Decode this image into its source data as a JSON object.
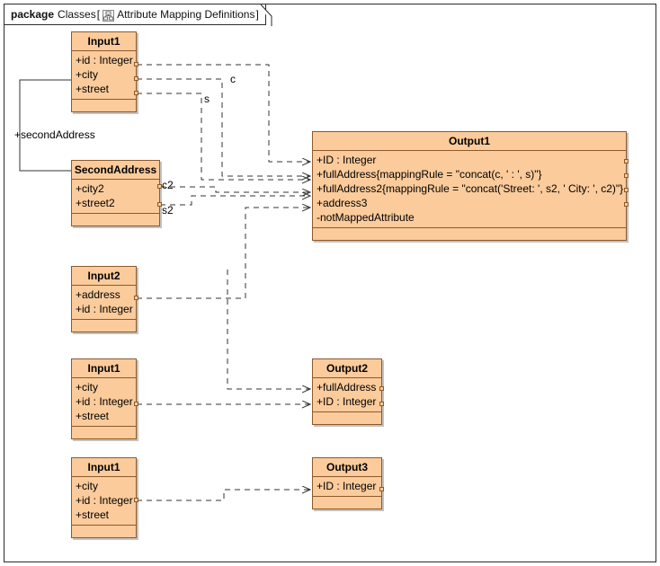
{
  "package_header": {
    "keyword": "package",
    "name": "Classes",
    "bracket_open": "[",
    "icon": "class-diagram-icon",
    "diagram_name": "Attribute Mapping Definitions",
    "bracket_close": "]"
  },
  "colors": {
    "class_fill": "#fbcb9b",
    "class_border": "#8c5a2b",
    "connector": "#333333",
    "frame": "#2b2b2b",
    "text": "#000000"
  },
  "classes": [
    {
      "id": "input1-a",
      "name": "Input1",
      "attributes": [
        "+id : Integer",
        "+city",
        "+street"
      ],
      "operations": []
    },
    {
      "id": "second-address",
      "name": "SecondAddress",
      "attributes": [
        "+city2",
        "+street2"
      ],
      "operations": []
    },
    {
      "id": "output1",
      "name": "Output1",
      "attributes": [
        "+ID : Integer",
        "+fullAddress{mappingRule = \"concat(c, ' : ', s)\"}",
        "+fullAddress2{mappingRule = \"concat('Street: ', s2, ' City: ', c2)\"}",
        "+address3",
        "-notMappedAttribute"
      ],
      "operations": []
    },
    {
      "id": "input2",
      "name": "Input2",
      "attributes": [
        "+address",
        "+id : Integer"
      ],
      "operations": []
    },
    {
      "id": "input1-b",
      "name": "Input1",
      "attributes": [
        "+city",
        "+id : Integer",
        "+street"
      ],
      "operations": []
    },
    {
      "id": "output2",
      "name": "Output2",
      "attributes": [
        "+fullAddress",
        "+ID : Integer"
      ],
      "operations": []
    },
    {
      "id": "input1-c",
      "name": "Input1",
      "attributes": [
        "+city",
        "+id : Integer",
        "+street"
      ],
      "operations": []
    },
    {
      "id": "output3",
      "name": "Output3",
      "attributes": [
        "+ID : Integer"
      ],
      "operations": []
    }
  ],
  "connector_labels": {
    "c": "c",
    "s": "s",
    "c2": "c2",
    "s2": "s2",
    "second_address_role": "+secondAddress"
  }
}
